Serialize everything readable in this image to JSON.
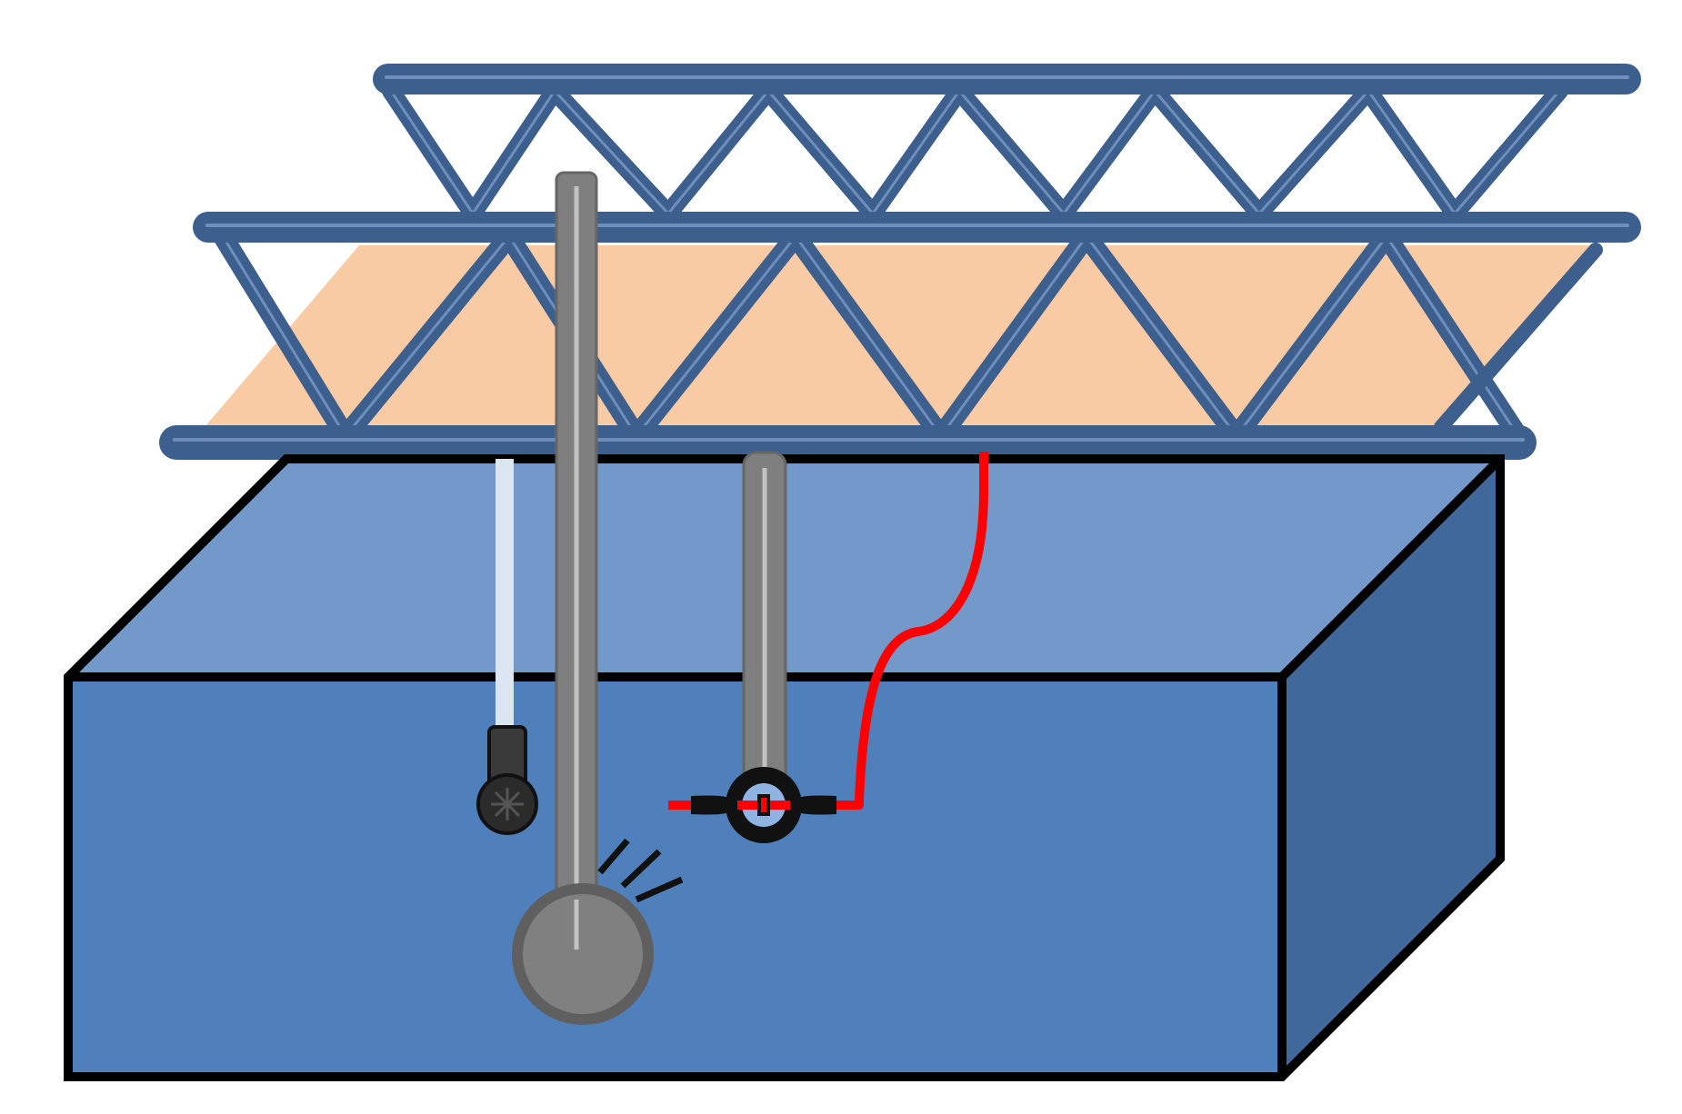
{
  "diagram": {
    "title": "",
    "components": [
      {
        "id": "tank",
        "icon": "water-tank-box-icon"
      },
      {
        "id": "rear-truss",
        "icon": "truss-icon"
      },
      {
        "id": "front-truss",
        "icon": "truss-icon"
      },
      {
        "id": "support-platform",
        "icon": "platform-icon"
      },
      {
        "id": "light-blue-rod",
        "icon": "rod-icon"
      },
      {
        "id": "submerged-sensor",
        "icon": "sensor-icon"
      },
      {
        "id": "vibrating-rod",
        "icon": "rod-icon"
      },
      {
        "id": "vibrating-ball",
        "icon": "ball-icon"
      },
      {
        "id": "vibration-lines",
        "icon": "vibration-icon"
      },
      {
        "id": "short-rod",
        "icon": "rod-icon"
      },
      {
        "id": "inline-probe",
        "icon": "probe-icon"
      },
      {
        "id": "red-cable",
        "icon": "cable-icon"
      }
    ]
  },
  "colors": {
    "truss": "#3d5f8d",
    "truss_highlight": "#6e8fbd",
    "platform": "#f9cba4",
    "tank_top": "#7299ca",
    "tank_front": "#4f80bb",
    "tank_side": "#41689b",
    "outline": "#000000",
    "rod": "#7f7f7f",
    "rod_dark": "#5f5f5f",
    "rod_highlight": "#c2c2c2",
    "light_rod": "#dce6f2",
    "cable": "#ff0000",
    "probe_center": "#8fb4e3"
  }
}
